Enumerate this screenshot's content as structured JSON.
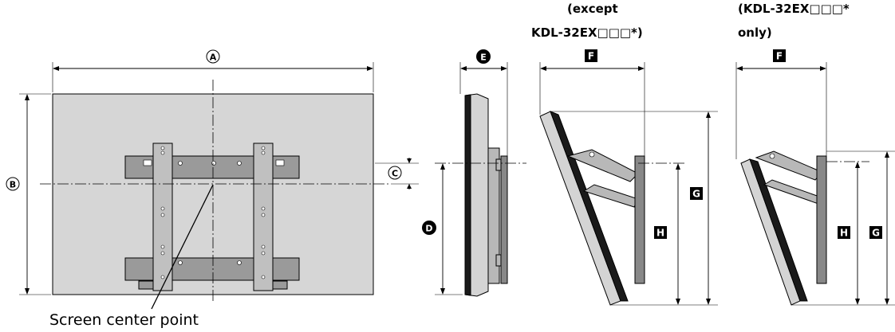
{
  "labels": {
    "A": "A",
    "B": "B",
    "C": "C",
    "D": "D",
    "E": "E",
    "F": "F",
    "G": "G",
    "H": "H"
  },
  "captions": {
    "middle_line1": "(except",
    "middle_line2": "KDL-32EX□□□*)",
    "right_line1": "(KDL-32EX□□□*",
    "right_line2": "only)",
    "screen_center": "Screen center point"
  }
}
